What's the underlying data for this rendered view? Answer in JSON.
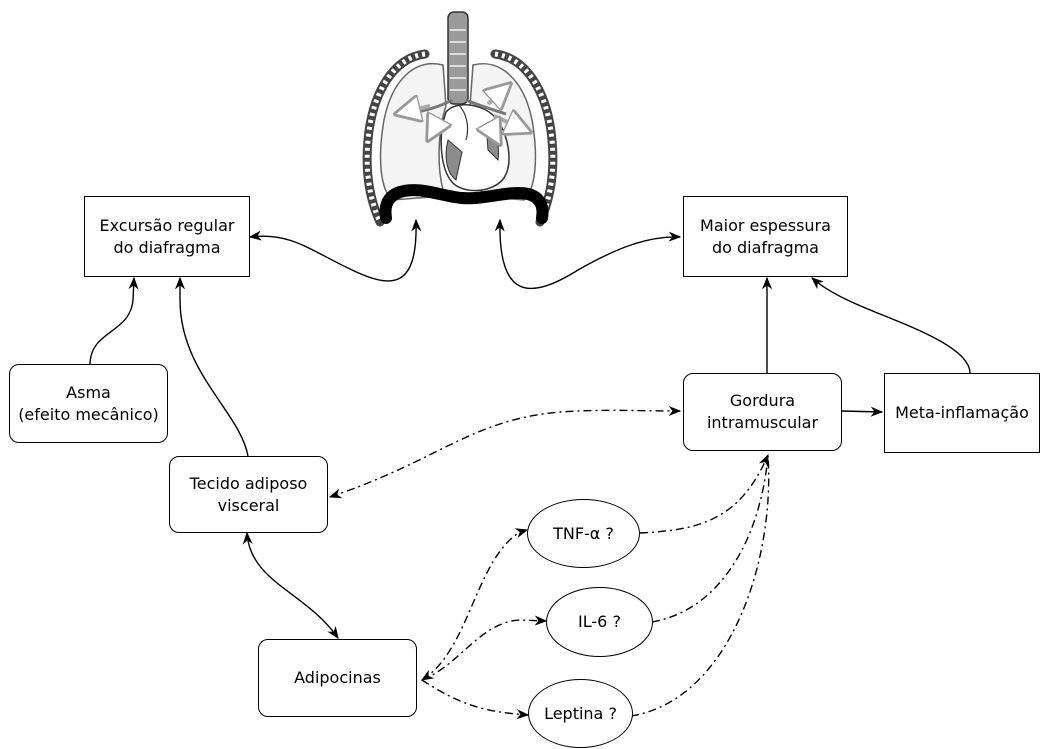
{
  "nodes": {
    "excursao": "Excursão regular\ndo diafragma",
    "espessura": "Maior espessura\ndo diafragma",
    "asma": "Asma\n(efeito mecânico)",
    "gordura": "Gordura\nintramuscular",
    "meta": "Meta-inflamação",
    "tecido": "Tecido adiposo\nvisceral",
    "tnf": "TNF-α ?",
    "il6": "IL-6 ?",
    "adipocinas": "Adipocinas",
    "leptina": "Leptina ?"
  },
  "illustration": "lungs-diaphragm-illustration"
}
